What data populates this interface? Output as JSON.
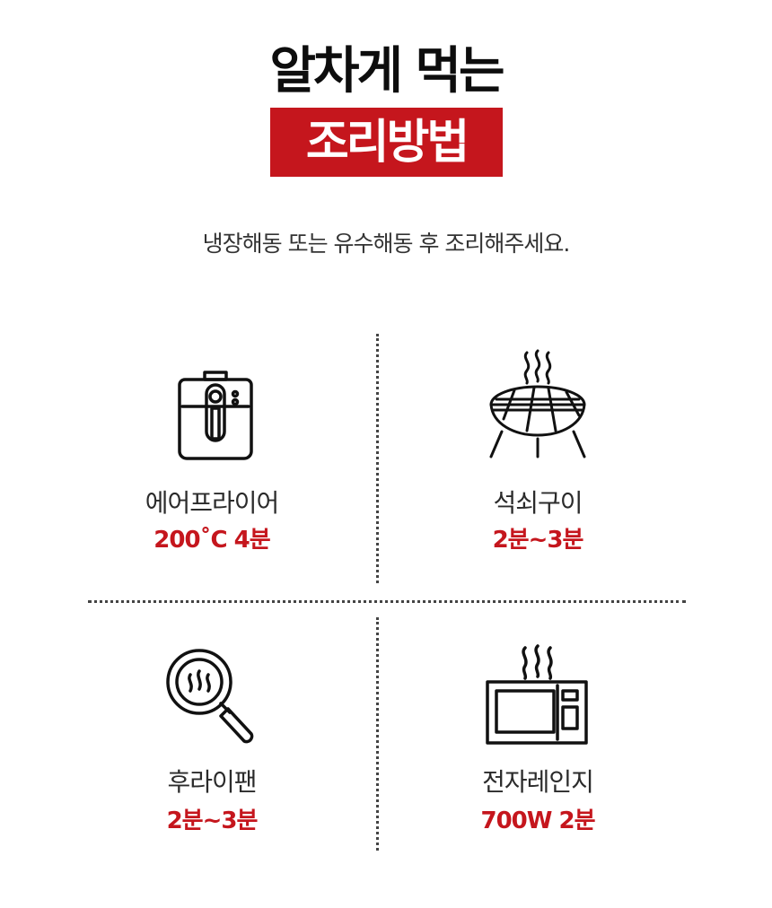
{
  "header": {
    "title_line1": "알차게 먹는",
    "title_line2": "조리방법",
    "subtitle": "냉장해동 또는 유수해동 후 조리해주세요."
  },
  "colors": {
    "accent": "#c5161d",
    "text": "#111111"
  },
  "methods": [
    {
      "icon": "air-fryer-icon",
      "name": "에어프라이어",
      "time": "200˚C 4분"
    },
    {
      "icon": "grill-icon",
      "name": "석쇠구이",
      "time": "2분~3분"
    },
    {
      "icon": "frying-pan-icon",
      "name": "후라이팬",
      "time": "2분~3분"
    },
    {
      "icon": "microwave-icon",
      "name": "전자레인지",
      "time": "700W 2분"
    }
  ]
}
